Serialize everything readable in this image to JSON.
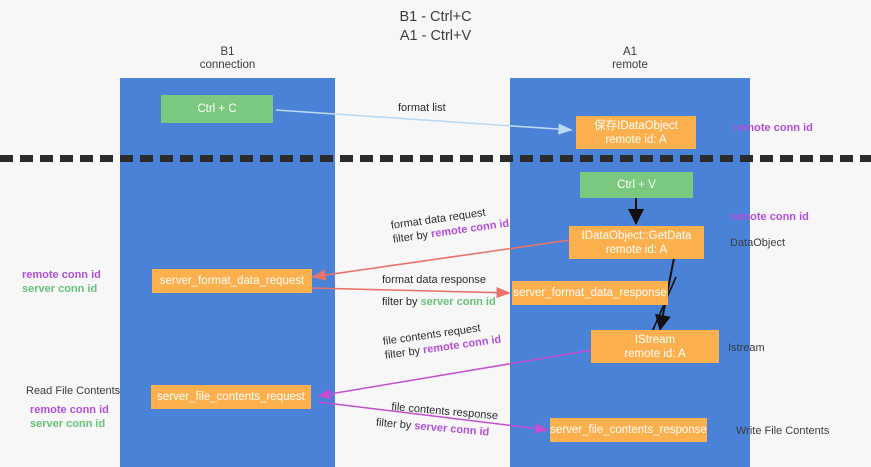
{
  "title": {
    "line1": "B1 - Ctrl+C",
    "line2": "A1 - Ctrl+V"
  },
  "lanes": [
    {
      "name": "B1",
      "sub": "connection"
    },
    {
      "name": "A1",
      "sub": "remote"
    }
  ],
  "boxes": {
    "ctrl_c": {
      "label": "Ctrl + C"
    },
    "ctrl_v": {
      "label": "Ctrl + V"
    },
    "idataobject": {
      "line1": "保存IDataObject",
      "line2": "remote id: A"
    },
    "idataobject_getdata": {
      "line1": "IDataObject::GetData",
      "line2": "remote id: A"
    },
    "istream": {
      "line1": "IStream",
      "line2": "remote id: A"
    },
    "server_format_data_request": {
      "label": "server_format_data_request"
    },
    "server_format_data_response": {
      "label": "server_format_data_response"
    },
    "server_file_contents_request": {
      "label": "server_file_contents_request"
    },
    "server_file_contents_response": {
      "label": "server_file_contents_response"
    }
  },
  "edges": {
    "format_list": {
      "label": "format list"
    },
    "format_data_request": {
      "line1": "format data request",
      "filter_prefix": "filter by ",
      "filter_value": "remote conn id"
    },
    "format_data_response": {
      "line1": "format data response",
      "filter_prefix": "filter by ",
      "filter_value": "server conn id"
    },
    "file_contents_request": {
      "line1": "file contents request",
      "filter_prefix": "filter by ",
      "filter_value": "remote conn id"
    },
    "file_contents_response": {
      "line1": "file contents response",
      "filter_prefix": "filter by ",
      "filter_value": "server conn id"
    }
  },
  "annotations": {
    "right_remote_conn_top": "remote conn id",
    "right_remote_conn_mid": "remote conn id",
    "right_dataobject": "DataObject",
    "right_istream": "Istream",
    "right_write_file_contents": "Write File Contents",
    "left_remote_conn": "remote conn id",
    "left_server_conn": "server conn id",
    "left_read_file_contents": "Read File Contents",
    "left_remote_conn_2": "remote conn id",
    "left_server_conn_2": "server conn id"
  },
  "colors": {
    "lane": "#4a82d8",
    "green_box": "#7ac97f",
    "orange_box": "#fbb04d",
    "purple_text": "#b14fd8",
    "green_text": "#67c27a",
    "arrow_blue": "#bcd9f2",
    "arrow_red": "#e8736b",
    "arrow_purple": "#c44fd0",
    "arrow_black": "#111111",
    "background": "#f7f7f7"
  }
}
